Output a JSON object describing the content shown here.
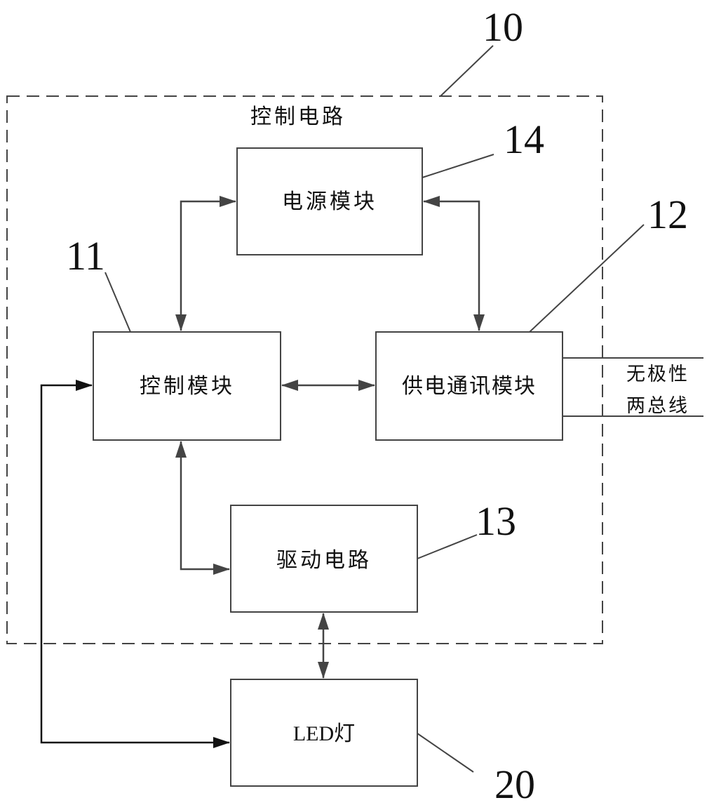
{
  "diagram": {
    "region": {
      "label": "控制电路",
      "ref": "10"
    },
    "blocks": {
      "power": {
        "label": "电源模块",
        "ref": "14"
      },
      "control": {
        "label": "控制模块",
        "ref": "11"
      },
      "supply_comm": {
        "label": "供电通讯模块",
        "ref": "12"
      },
      "driver": {
        "label": "驱动电路",
        "ref": "13"
      },
      "led": {
        "label": "LED灯",
        "ref": "20"
      }
    },
    "bus": {
      "line1": "无极性",
      "line2": "两总线"
    },
    "connections": [
      {
        "from": "control",
        "to": "power",
        "type": "bidirectional"
      },
      {
        "from": "power",
        "to": "supply_comm",
        "type": "bidirectional"
      },
      {
        "from": "control",
        "to": "supply_comm",
        "type": "bidirectional"
      },
      {
        "from": "control",
        "to": "driver",
        "type": "bidirectional"
      },
      {
        "from": "driver",
        "to": "led",
        "type": "bidirectional"
      },
      {
        "from": "led",
        "to": "control",
        "type": "bidirectional"
      },
      {
        "from": "supply_comm",
        "to": "bus",
        "type": "wire"
      }
    ],
    "colors": {
      "line": "#444444",
      "text": "#111111",
      "background": "#ffffff"
    }
  }
}
